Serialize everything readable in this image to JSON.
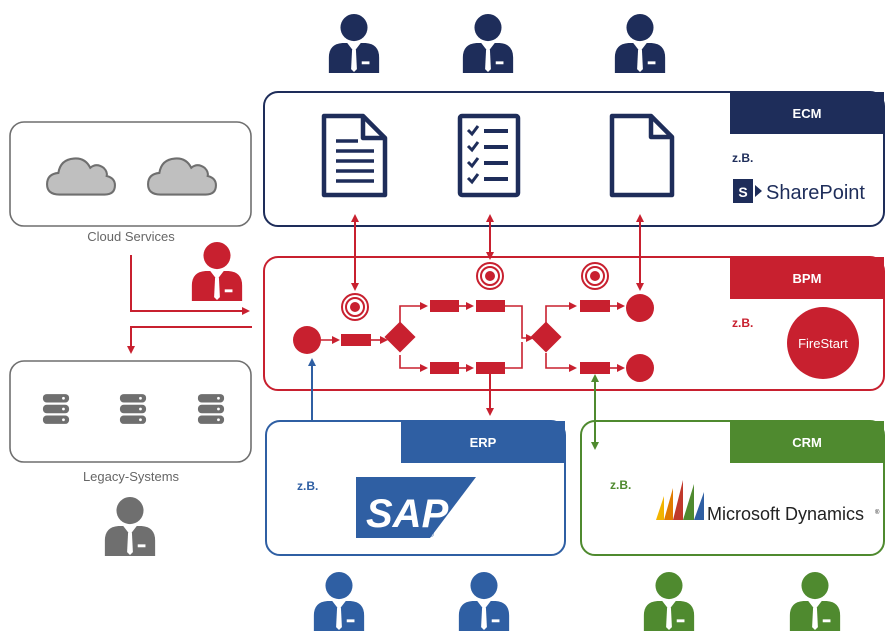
{
  "colors": {
    "ecm": "#1e2d5a",
    "bpm": "#c8202f",
    "erp": "#2f5fa3",
    "crm": "#4f8a2f",
    "neutral": "#6f6f6f",
    "cloud": "#bfbfbf"
  },
  "ecm": {
    "header": "ECM",
    "example_prefix": "z.B.",
    "product": "SharePoint",
    "product_icon_letter": "S",
    "icons": [
      "document-icon",
      "checklist-icon",
      "blank-page-icon"
    ]
  },
  "bpm": {
    "header": "BPM",
    "example_prefix": "z.B.",
    "product": "FireStart"
  },
  "erp": {
    "header": "ERP",
    "example_prefix": "z.B.",
    "product": "SAP",
    "registered": "®"
  },
  "crm": {
    "header": "CRM",
    "example_prefix": "z.B.",
    "product": "Microsoft Dynamics",
    "trademark": "®"
  },
  "cloud": {
    "label": "Cloud Services",
    "icons": [
      "cloud-icon",
      "cloud-icon"
    ]
  },
  "legacy": {
    "label": "Legacy-Systems",
    "icons": [
      "database-icon",
      "database-icon",
      "database-icon"
    ]
  },
  "users": {
    "ecm_top": [
      "user-icon",
      "user-icon",
      "user-icon"
    ],
    "bpm_side": "user-icon",
    "legacy_side": "user-icon",
    "erp_bottom": [
      "user-icon",
      "user-icon"
    ],
    "crm_bottom": [
      "user-icon",
      "user-icon"
    ]
  }
}
